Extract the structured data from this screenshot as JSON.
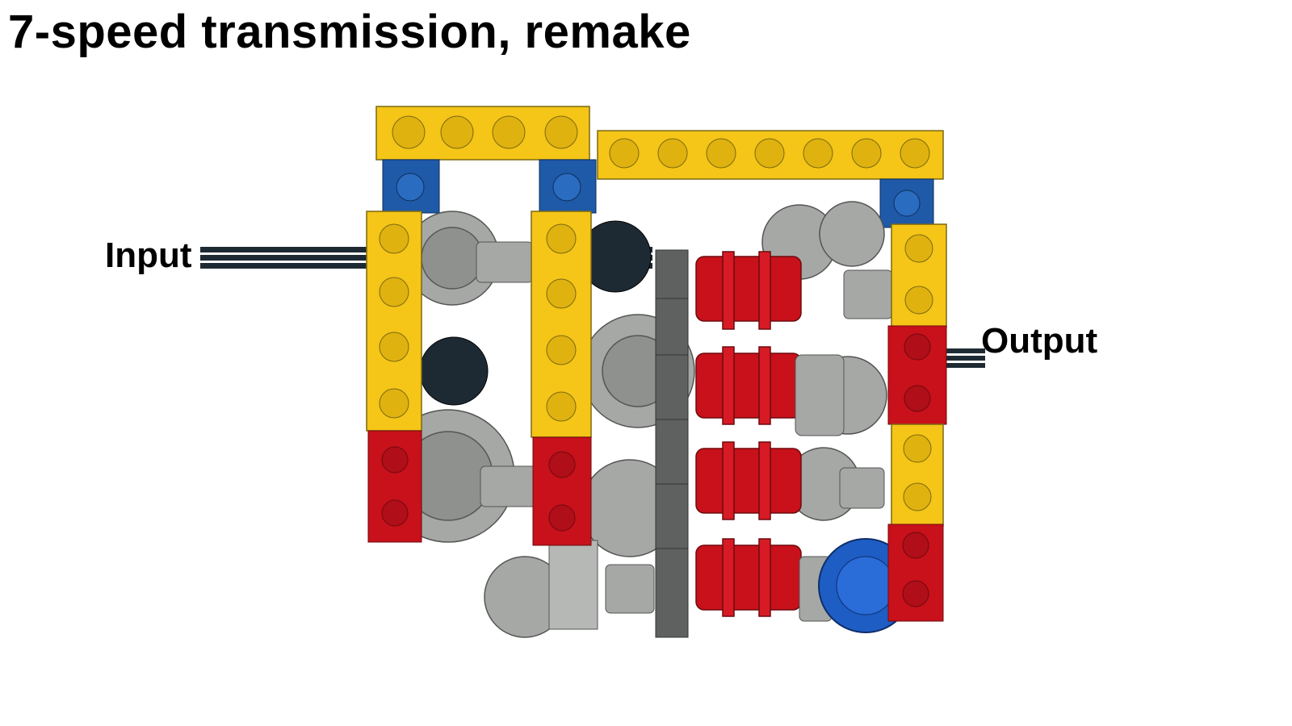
{
  "title": "7-speed transmission, remake",
  "labels": {
    "input": "Input",
    "output": "Output"
  },
  "colors": {
    "yellow": "#f5c517",
    "blue": "#1f5aa8",
    "red": "#c8111b",
    "light_gray": "#a5a8a5",
    "dark_gray": "#5f6160",
    "black": "#1e2a33",
    "gear_blue": "#1e5dc4"
  }
}
